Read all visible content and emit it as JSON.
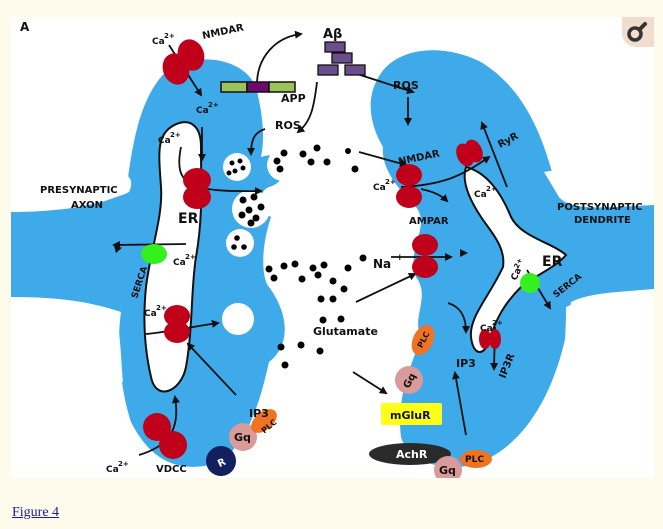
{
  "figure": {
    "panel_label": "A",
    "caption_link": "Figure 4",
    "colors": {
      "cytoplasm": "#3faaea",
      "receptor_red": "#c0001a",
      "serca_green": "#35f01f",
      "app_green": "#9bc35a",
      "app_purple": "#6e0a6e",
      "abeta_purple": "#6b4c8c",
      "plc_orange": "#ef7320",
      "gq_pink": "#d99a9a",
      "mglur_yellow": "#ffff1a",
      "achr_dark": "#2a2a2a",
      "r_navy": "#14205e"
    },
    "regions": {
      "presynaptic": "PRESYNAPTIC\nAXON",
      "presynaptic_line1": "PRESYNAPTIC",
      "presynaptic_line2": "AXON",
      "postsynaptic_line1": "POSTSYNAPTIC",
      "postsynaptic_line2": "DENDRITE"
    },
    "labels": {
      "nmdar_pre": "NMDAR",
      "nmdar_post": "NMDAR",
      "abeta": "Aβ",
      "app": "APP",
      "ros_left": "ROS",
      "ros_right": "ROS",
      "er_left": "ER",
      "er_right": "ER",
      "serca_left": "SERCA",
      "serca_right": "SERCA",
      "ryr": "RyR",
      "ampar": "AMPAR",
      "na": "Na",
      "na_charge": "+",
      "glutamate": "Glutamate",
      "ip3_left": "IP3",
      "ip3_right": "IP3",
      "ip3r": "IP3R",
      "plc": "PLC",
      "gq": "Gq",
      "r": "R",
      "vdcc": "VDCC",
      "mglur": "mGluR",
      "achr": "AchR",
      "ca": "Ca",
      "ca_charge": "2+"
    },
    "zoom_icon": "magnifier-icon"
  }
}
